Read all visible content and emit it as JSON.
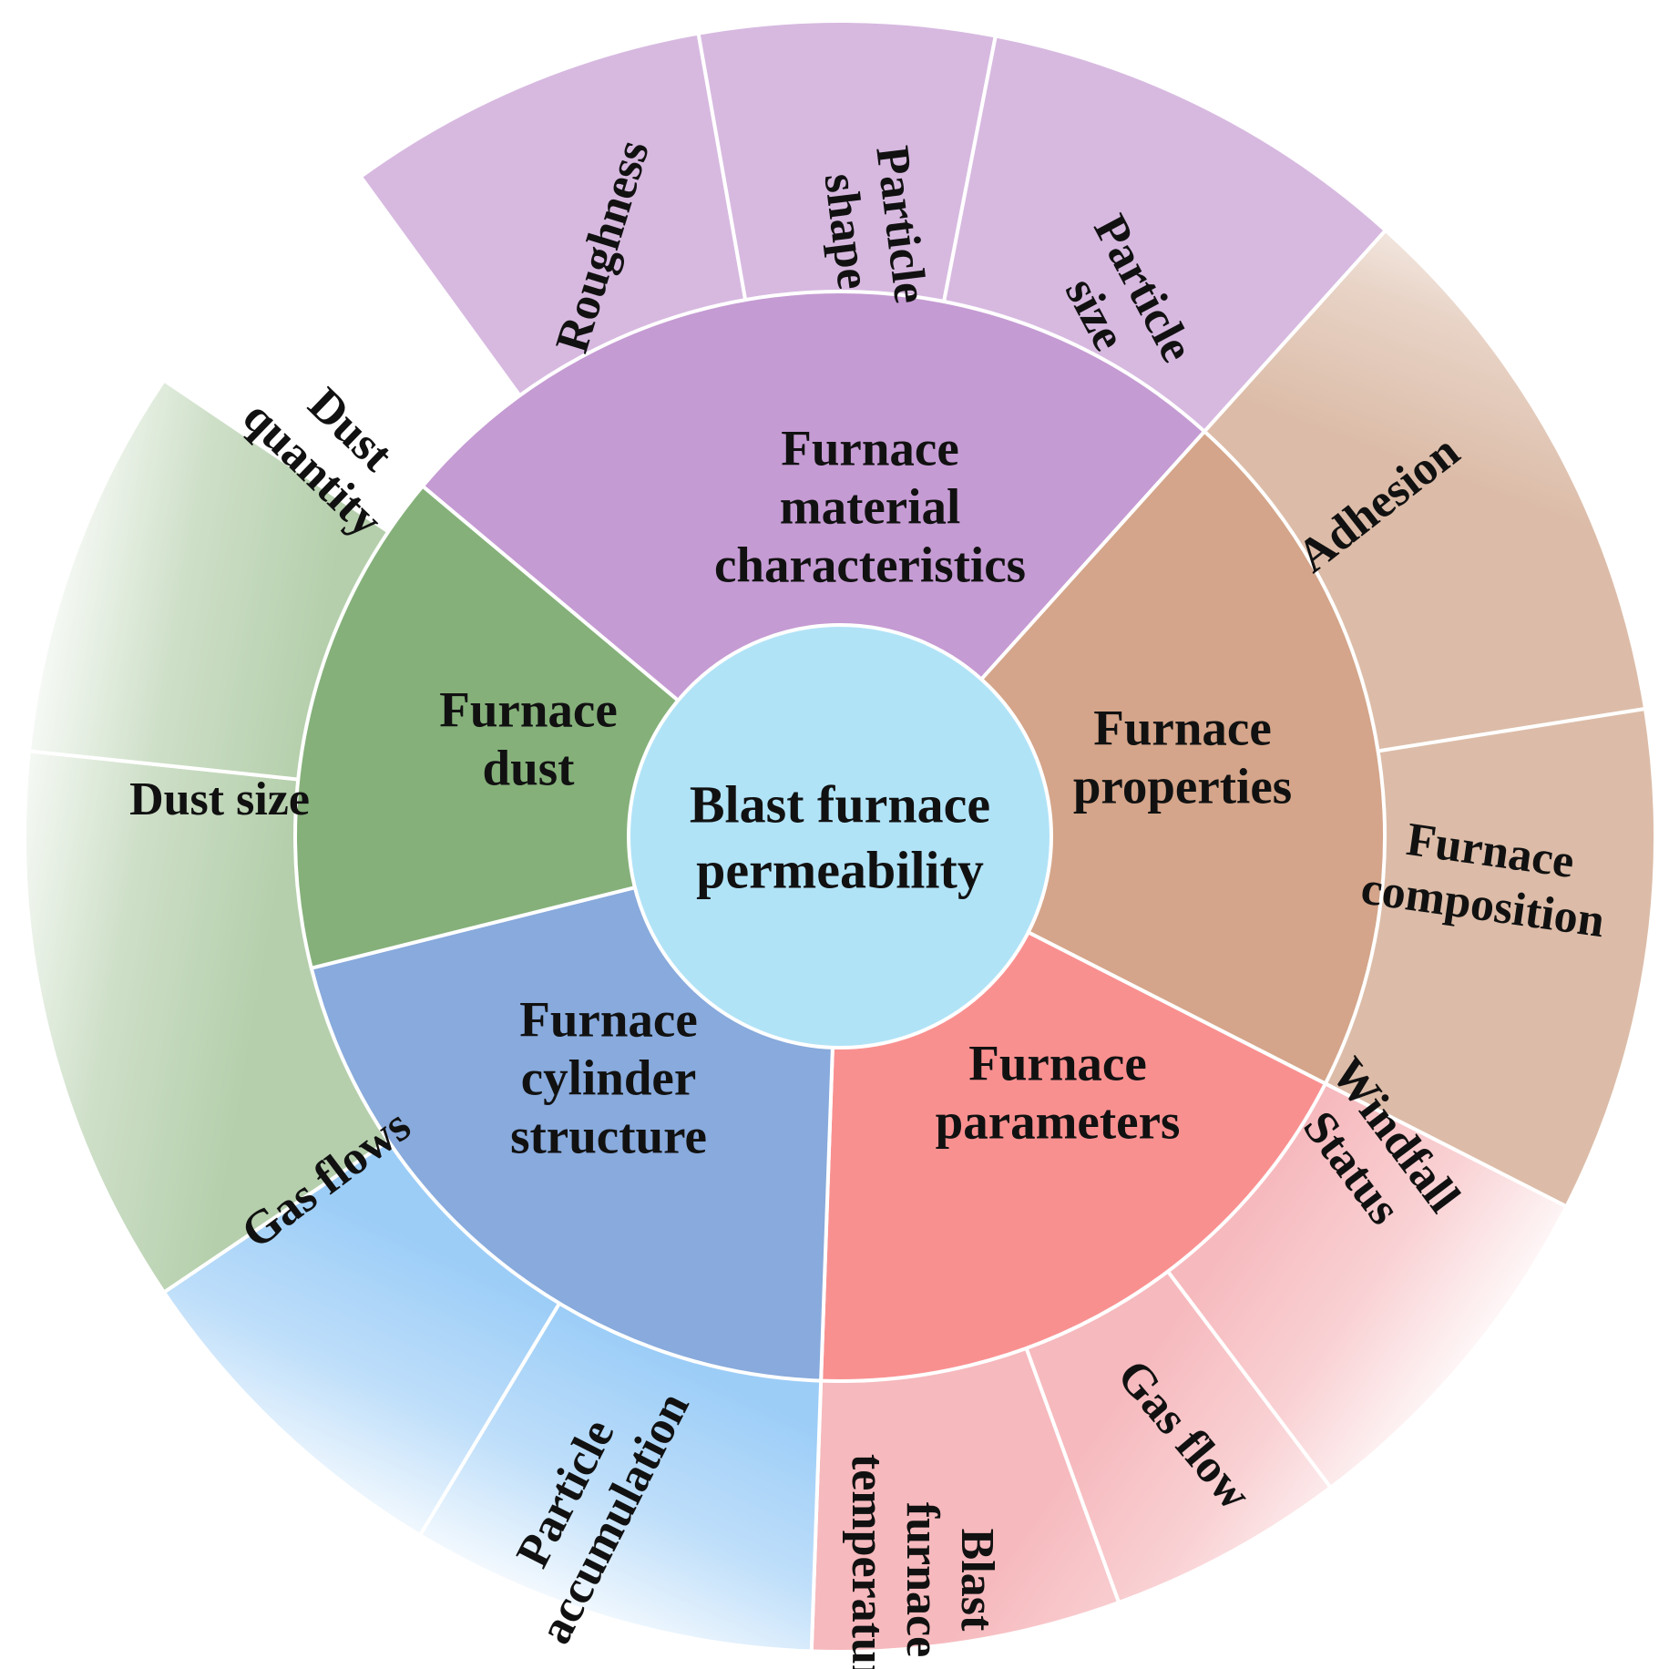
{
  "center": {
    "lines": [
      "Blast furnace",
      "permeability"
    ],
    "color": "#b1e3f7"
  },
  "categories": [
    {
      "id": "material",
      "lines": [
        "Furnace",
        "material",
        "characteristics"
      ],
      "color": "#c59bd3",
      "outer_color": "#d7b9e0",
      "factors": [
        {
          "lines": [
            "Roughness"
          ]
        },
        {
          "lines": [
            "Particle",
            "shape"
          ]
        },
        {
          "lines": [
            "Particle",
            "size"
          ]
        }
      ]
    },
    {
      "id": "properties",
      "lines": [
        "Furnace",
        "properties"
      ],
      "color": "#d4a58a",
      "outer_color": "#dcbca8",
      "factors": [
        {
          "lines": [
            "Adhesion"
          ]
        },
        {
          "lines": [
            "Furnace",
            "composition"
          ]
        }
      ]
    },
    {
      "id": "parameters",
      "lines": [
        "Furnace",
        "parameters"
      ],
      "color": "#f99090",
      "outer_color": "#f6b9bd",
      "factors": [
        {
          "lines": [
            "Windfall",
            "Status"
          ]
        },
        {
          "lines": [
            "Gas flow"
          ]
        },
        {
          "lines": [
            "Blast",
            "furnace",
            "temperature"
          ]
        }
      ]
    },
    {
      "id": "cylinder",
      "lines": [
        "Furnace",
        "cylinder",
        "structure"
      ],
      "color": "#88aadc",
      "outer_color": "#9ccdf7",
      "factors": [
        {
          "lines": [
            "Particle",
            "accumulation"
          ]
        },
        {
          "lines": [
            "Gas flows"
          ]
        }
      ]
    },
    {
      "id": "dust",
      "lines": [
        "Furnace",
        "dust"
      ],
      "color": "#85b07a",
      "outer_color": "#b5cfac",
      "factors": [
        {
          "lines": [
            "Dust size"
          ]
        },
        {
          "lines": [
            "Dust",
            "quantity"
          ]
        }
      ]
    }
  ]
}
